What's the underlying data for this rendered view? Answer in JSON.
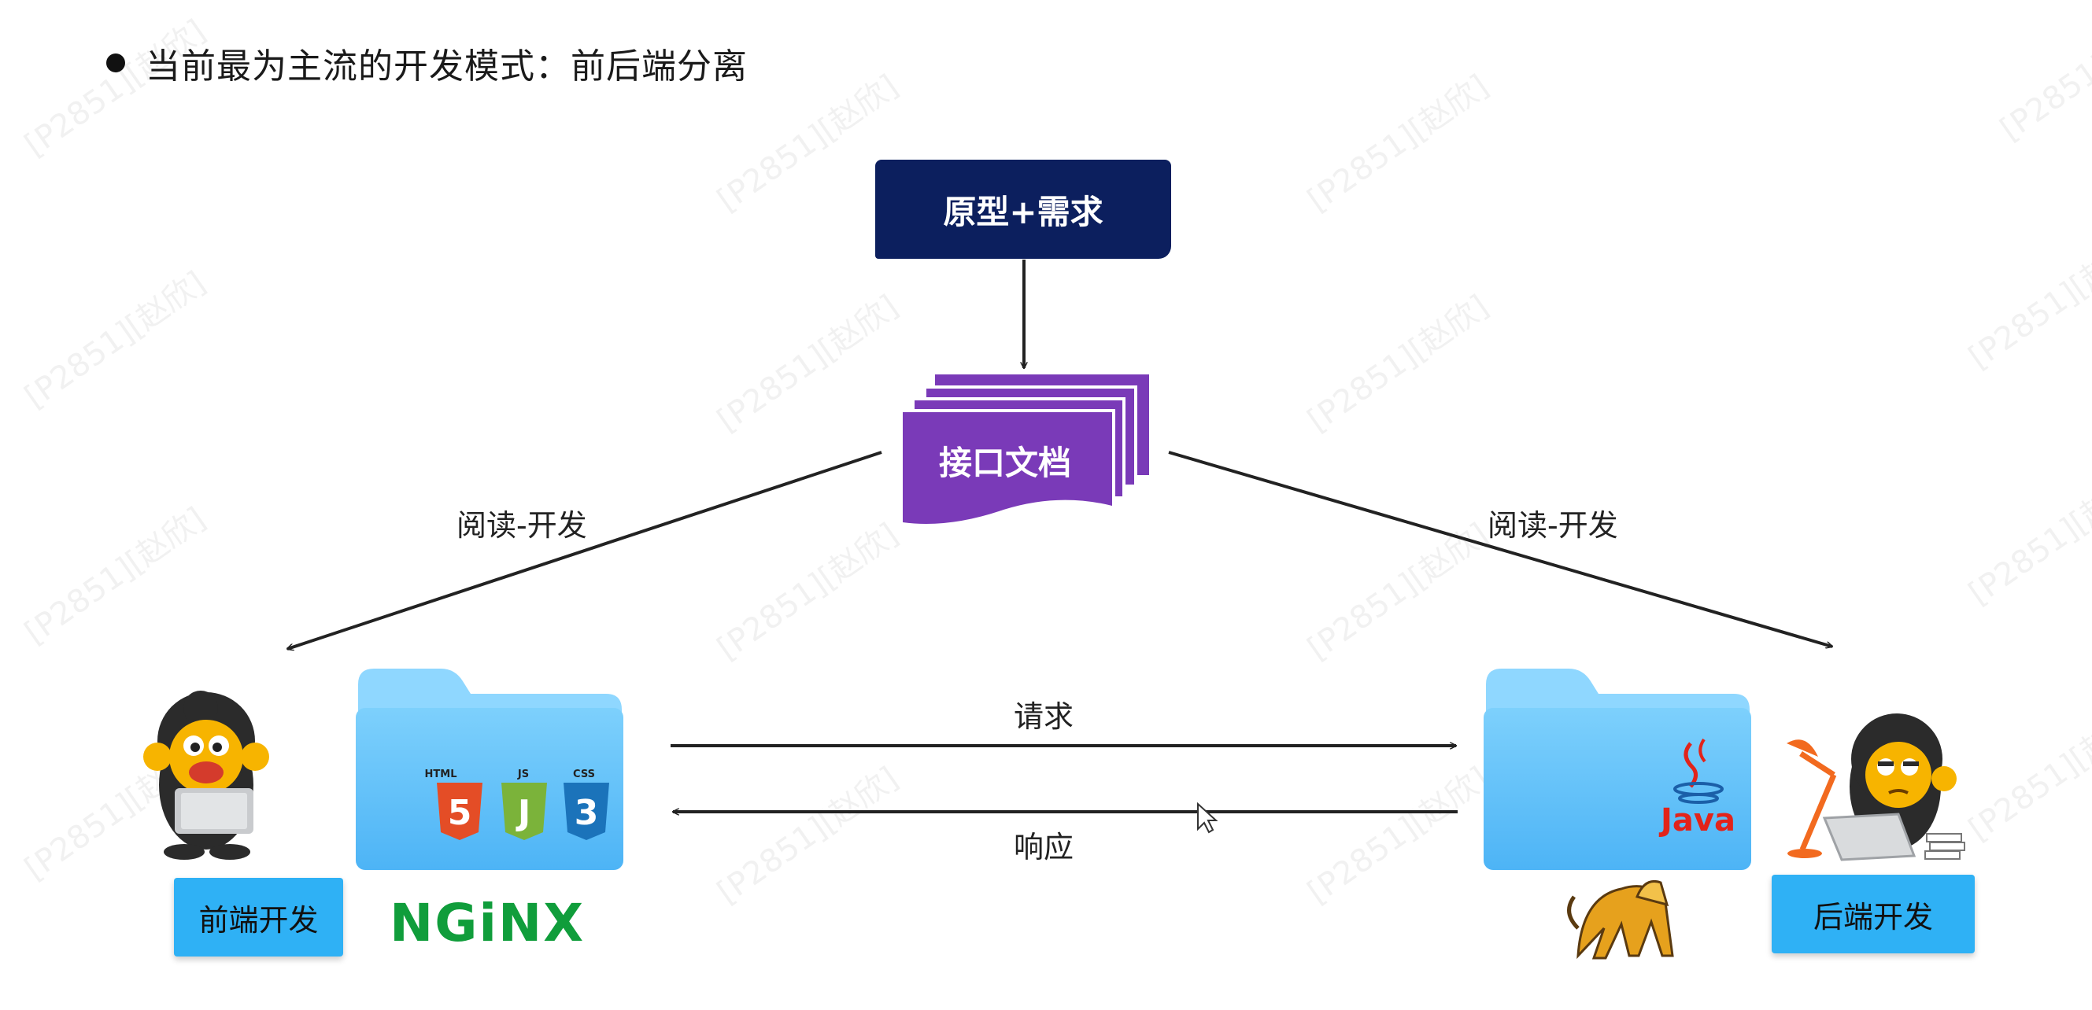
{
  "title": "当前最为主流的开发模式：前后端分离",
  "nodes": {
    "prototype": "原型+需求",
    "api_doc": "接口文档",
    "frontend": "前端开发",
    "backend": "后端开发"
  },
  "edges": {
    "left_read": "阅读-开发",
    "right_read": "阅读-开发",
    "request": "请求",
    "response": "响应"
  },
  "frontend_folder": {
    "logos": [
      "HTML",
      "JS",
      "CSS"
    ],
    "brand": "NGiNX"
  },
  "backend_folder": {
    "brand": "Java"
  },
  "watermark": "[P2851][赵欣]",
  "colors": {
    "prototype_box": "#0c1f5e",
    "doc_purple": "#7a3ab8",
    "role_box": "#2fb1f5",
    "folder": "#6cc4fa",
    "nginx_green": "#109d3b",
    "java_red": "#e2231a"
  }
}
